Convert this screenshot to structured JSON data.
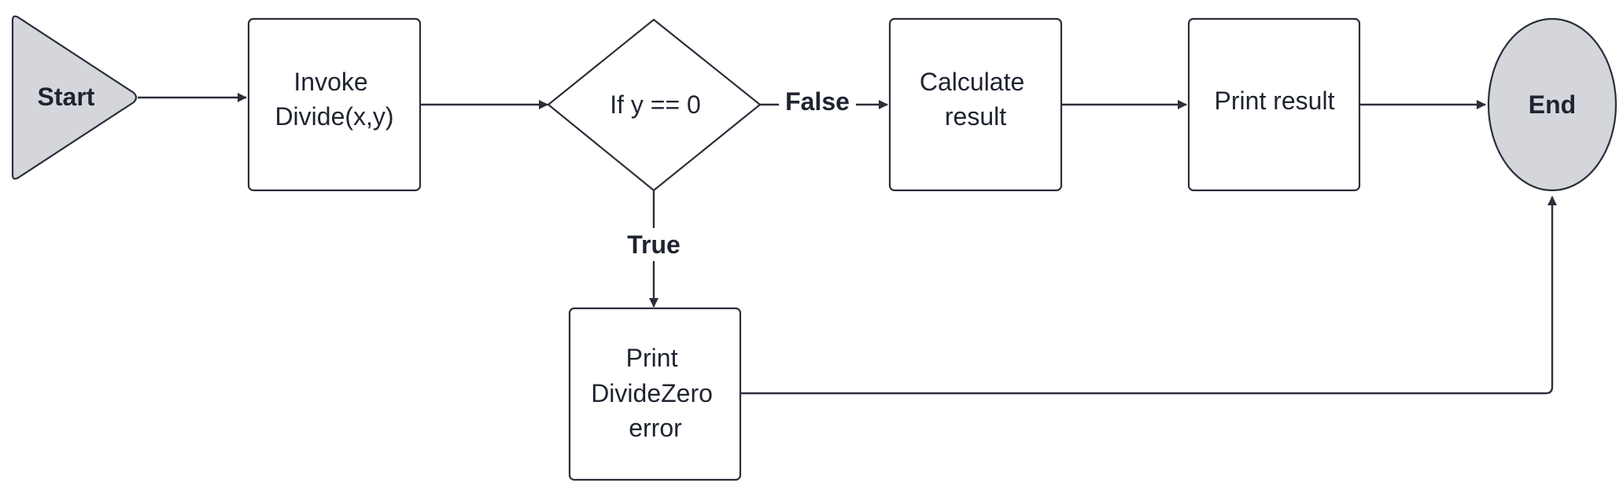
{
  "nodes": {
    "start": {
      "label": "Start",
      "shape": "triangle",
      "fill": "#d4d6dc"
    },
    "invoke": {
      "lines": [
        "Invoke",
        "Divide(x,y)"
      ],
      "shape": "rounded-rect"
    },
    "decision": {
      "label": "If y == 0",
      "shape": "diamond"
    },
    "calculate": {
      "lines": [
        "Calculate",
        "result"
      ],
      "shape": "rounded-rect"
    },
    "print_result": {
      "label": "Print result",
      "shape": "rounded-rect"
    },
    "end": {
      "label": "End",
      "shape": "ellipse",
      "fill": "#d4d6dc"
    },
    "print_error": {
      "lines": [
        "Print",
        "DivideZero",
        "error"
      ],
      "shape": "rounded-rect"
    }
  },
  "edges": {
    "false_label": "False",
    "true_label": "True"
  },
  "colors": {
    "stroke": "#2a2f3a",
    "terminal_fill": "#d4d6dc",
    "text": "#1f2430"
  }
}
